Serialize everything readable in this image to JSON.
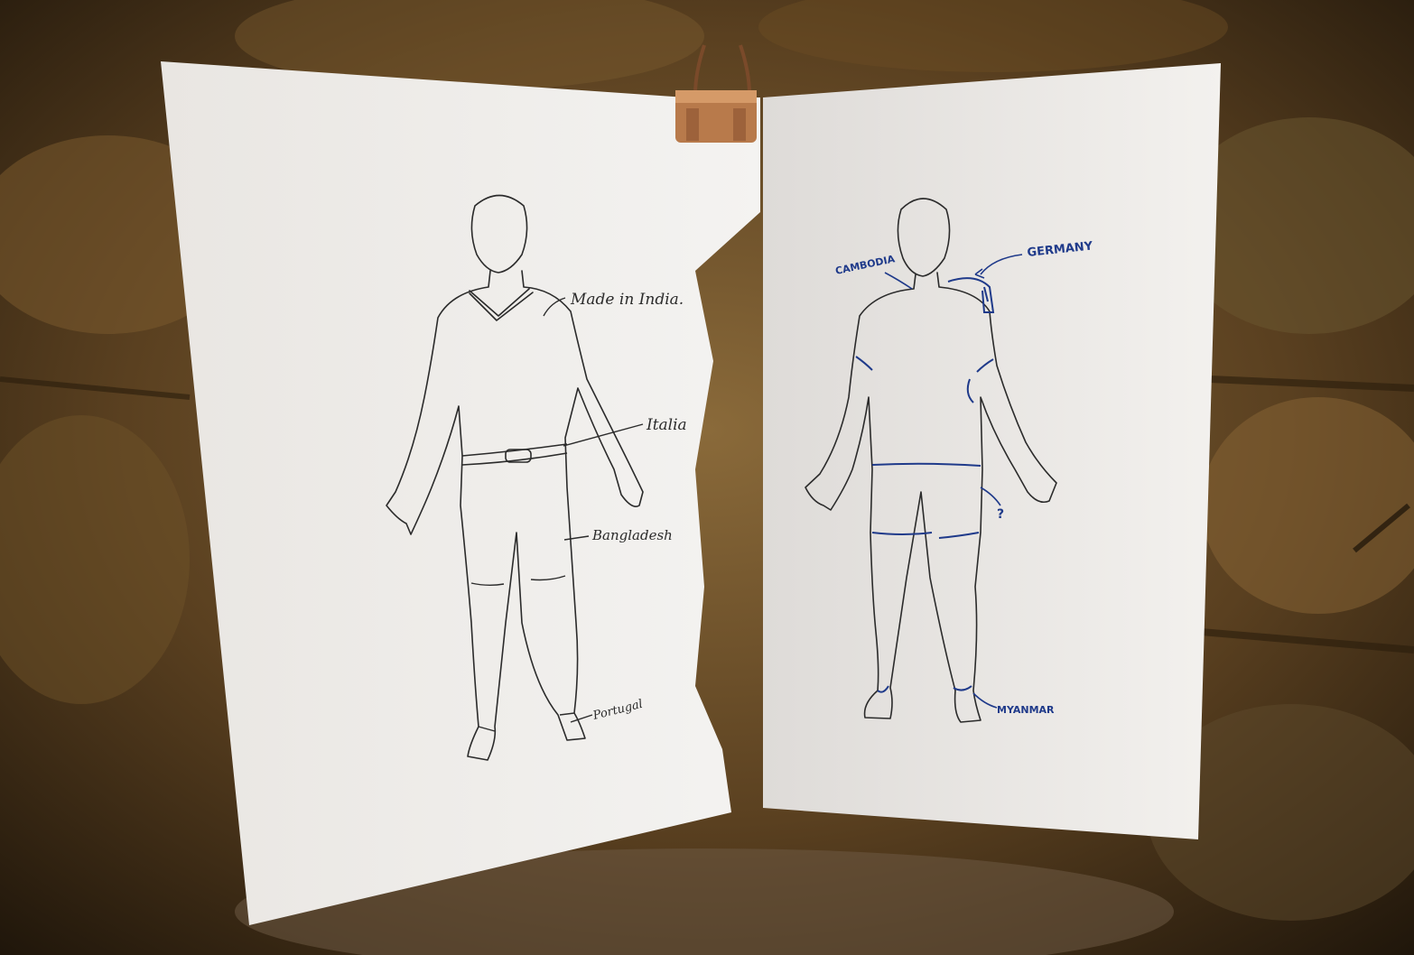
{
  "photo": {
    "left_page": {
      "labels": {
        "neck": "Made in India.",
        "belt": "Italia",
        "trousers": "Bangladesh",
        "shoe": "Portugal"
      }
    },
    "right_page": {
      "labels": {
        "collar": "CAMBODIA",
        "shoulder": "GERMANY",
        "hip": "?",
        "ankle": "MYANMAR"
      }
    },
    "colors": {
      "wall": "#5a4020",
      "paper": "#f3f1ee",
      "ink_black": "#2b2b2b",
      "ink_blue": "#1f3a8a",
      "binder_clip": "#b87a4b"
    }
  }
}
